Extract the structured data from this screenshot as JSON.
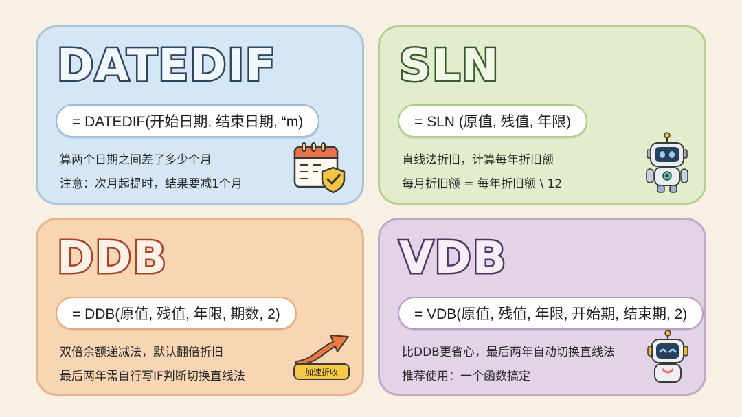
{
  "cards": [
    {
      "title": "DATEDIF",
      "formula": "= DATEDIF(开始日期, 结束日期, “m)",
      "line1": "算两个日期之间差了多少个月",
      "line2": "注意：次月起提时，结果要减1个月",
      "icon": "calendar-check-icon"
    },
    {
      "title": "SLN",
      "formula": "= SLN (原值, 残值, 年限)",
      "line1": "直线法折旧，计算每年折旧额",
      "line2": "每月折旧额 = 每年折旧额 \\ 12",
      "icon": "robot-icon"
    },
    {
      "title": "DDB",
      "formula": "= DDB(原值, 残值, 年限, 期数, 2)",
      "line1": "双倍余额递减法，默认翻倍折旧",
      "line2": "最后两年需自行写IF判断切换直线法",
      "icon": "trend-up-arrow-icon",
      "badge": "加速折收"
    },
    {
      "title": "VDB",
      "formula": "= VDB(原值, 残值, 年限, 开始期, 结束期, 2)",
      "line1": "比DDB更省心，最后两年自动切换直线法",
      "line2": "推荐使用：一个函数搞定",
      "icon": "smiling-robot-icon"
    }
  ],
  "colors": {
    "background": "#f8f0e2",
    "blue": "#d5e6f4",
    "green": "#e2edcd",
    "orange": "#f8d6b4",
    "purple": "#e2d4e6"
  }
}
